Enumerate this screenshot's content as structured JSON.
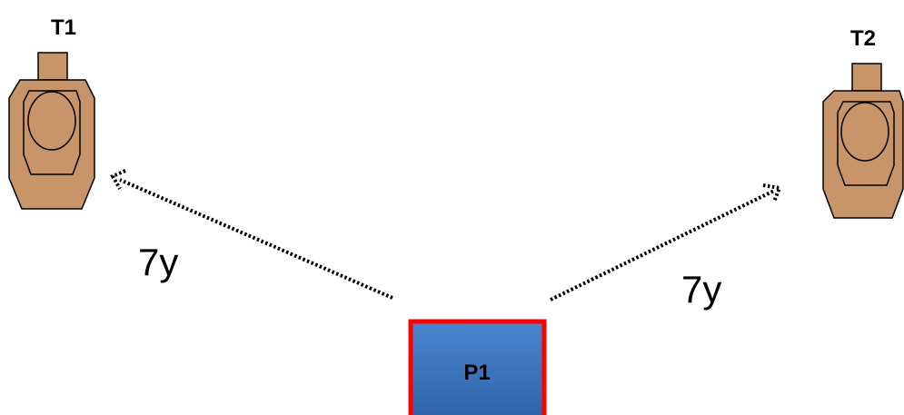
{
  "targets": [
    {
      "label": "T1",
      "color": "#c8956a",
      "outline": "#000000"
    },
    {
      "label": "T2",
      "color": "#c8956a",
      "outline": "#000000"
    }
  ],
  "distances": [
    {
      "label": "7y"
    },
    {
      "label": "7y"
    }
  ],
  "position": {
    "label": "P1",
    "fill": "#3d78c4",
    "border": "#ff0000"
  }
}
